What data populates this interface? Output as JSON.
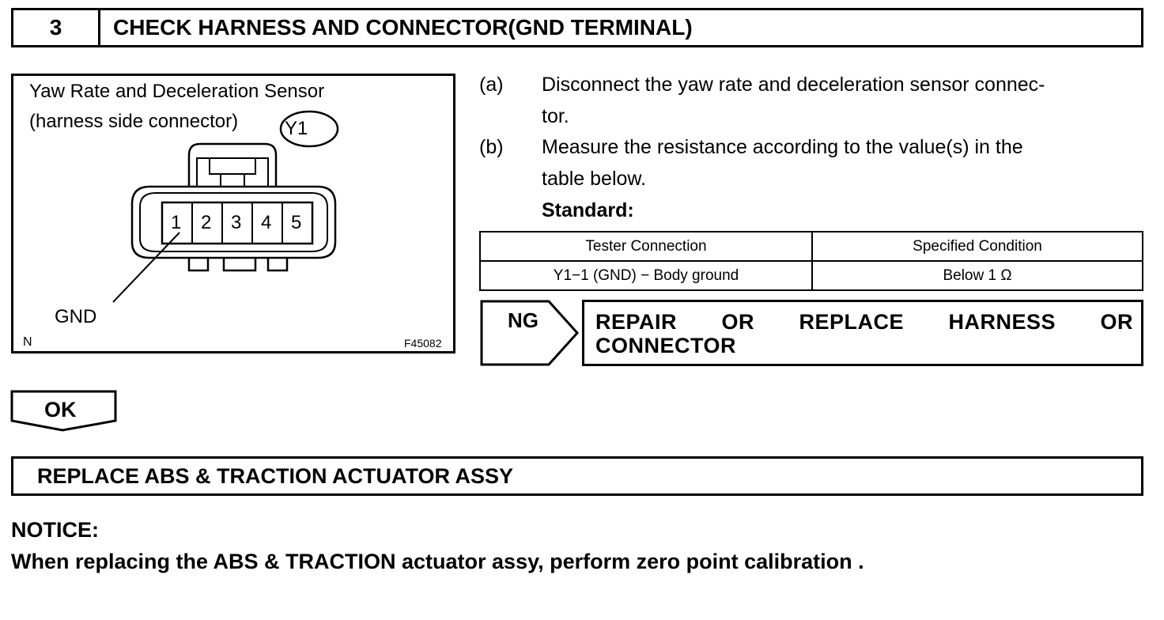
{
  "step": {
    "number": "3",
    "title": "CHECK HARNESS AND CONNECTOR(GND TERMINAL)"
  },
  "figure": {
    "title_line1": "Yaw Rate and Deceleration Sensor",
    "title_line2": "(harness side connector)",
    "connector_id": "Y1",
    "pins": [
      "1",
      "2",
      "3",
      "4",
      "5"
    ],
    "gnd_label": "GND",
    "corner_left": "N",
    "figure_code": "F45082"
  },
  "instructions": [
    {
      "label": "(a)",
      "line1": "Disconnect the yaw rate and deceleration sensor connec-",
      "line2": "tor."
    },
    {
      "label": "(b)",
      "line1": "Measure the resistance according to the value(s) in the",
      "line2": "table below."
    }
  ],
  "standard_label": "Standard:",
  "table": {
    "headers": [
      "Tester Connection",
      "Specified Condition"
    ],
    "rows": [
      [
        "Y1−1 (GND) − Body ground",
        "Below 1 Ω"
      ]
    ]
  },
  "ng": {
    "label": "NG",
    "words_line1": [
      "REPAIR",
      "OR",
      "REPLACE",
      "HARNESS",
      "OR"
    ],
    "line2": "CONNECTOR"
  },
  "ok": {
    "label": "OK"
  },
  "replace": {
    "text": "REPLACE ABS & TRACTION ACTUATOR ASSY"
  },
  "notice": {
    "title": "NOTICE:",
    "body": "When replacing the ABS & TRACTION actuator assy, perform zero point calibration ."
  }
}
